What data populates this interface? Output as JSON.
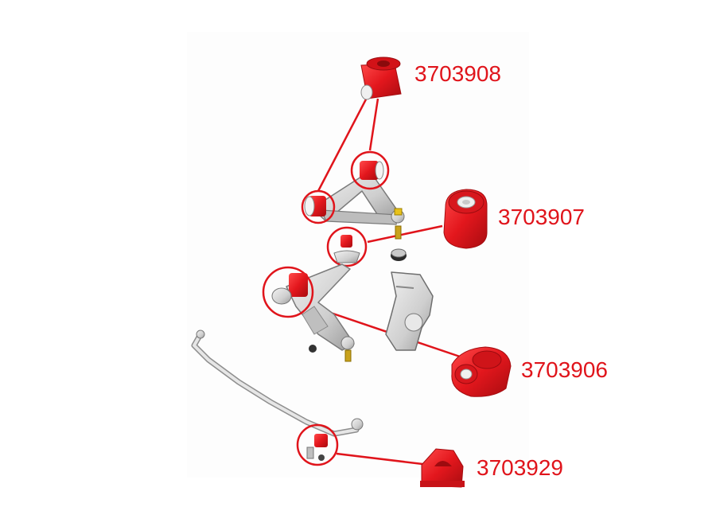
{
  "colors": {
    "accent": "#e0141b",
    "bushing": "#e3171d",
    "bushing_dark": "#b50e12",
    "metal": "#d7d7d7",
    "metal_dark": "#8e8e8e",
    "line": "#444444"
  },
  "parts": [
    {
      "label": "3703908"
    },
    {
      "label": "3703907"
    },
    {
      "label": "3703906"
    },
    {
      "label": "3703929"
    }
  ]
}
